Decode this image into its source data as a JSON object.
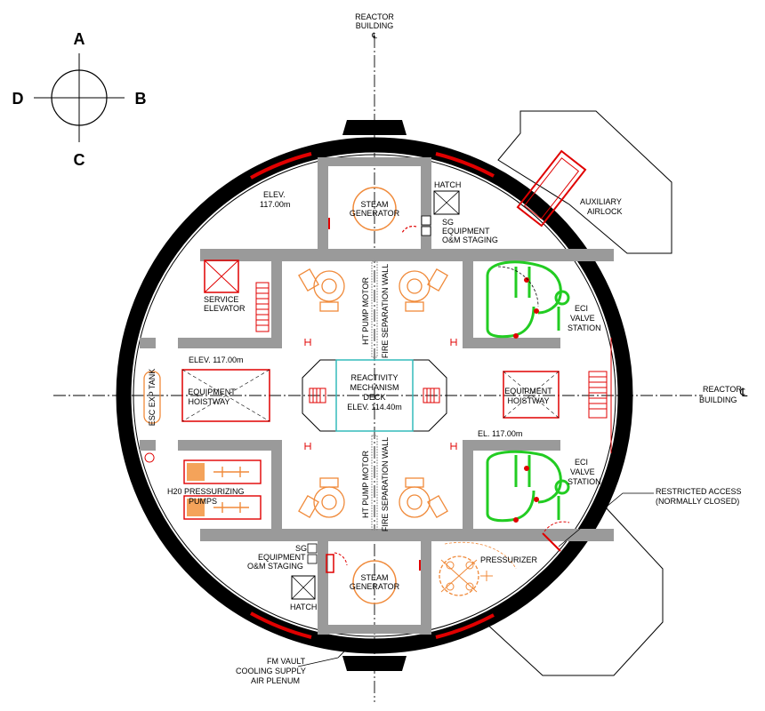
{
  "compass": {
    "north": "A",
    "east": "B",
    "south": "C",
    "west": "D"
  },
  "centerlines": {
    "top": [
      "REACTOR",
      "BUILDING",
      "℄"
    ],
    "right": [
      "REACTOR",
      "BUILDING"
    ],
    "right_symbol": "℄"
  },
  "labels": {
    "elev_ul": [
      "ELEV.",
      "117.00m"
    ],
    "steam_gen_top": [
      "STEAM",
      "GENERATOR"
    ],
    "hatch_top": "HATCH",
    "sg_staging_top": [
      "SG",
      "EQUIPMENT",
      "O&M STAGING"
    ],
    "auxiliary_airlock": [
      "AUXILIARY",
      "AIRLOCK"
    ],
    "service_elevator": [
      "SERVICE",
      "ELEVATOR"
    ],
    "ht_pump_motor_top": "HT PUMP MOTOR",
    "fire_wall_top": "FIRE SEPARATION WALL",
    "eci_valve_top": [
      "ECI",
      "VALVE",
      "STATION"
    ],
    "elev_left": "ELEV. 117.00m",
    "esc_exp_tank": "ESC EXP TANK",
    "equip_hoist_left": [
      "EQUIPMENT",
      "HOISTWAY"
    ],
    "reactivity_deck": [
      "REACTIVITY",
      "MECHANISM",
      "DECK",
      "ELEV. 114.40m"
    ],
    "equip_hoist_right": [
      "EQUIPMENT",
      "HOISTWAY"
    ],
    "el_right": "EL. 117.00m",
    "eci_valve_bottom": [
      "ECI",
      "VALVE",
      "STATION"
    ],
    "restricted_access": [
      "RESTRICTED ACCESS",
      "(NORMALLY CLOSED)"
    ],
    "h2o_pumps": [
      "H20 PRESSURIZING",
      "PUMPS"
    ],
    "ht_pump_motor_bottom": "HT PUMP MOTOR",
    "fire_wall_bottom": "FIRE SEPARATION WALL",
    "sg_staging_bottom": [
      "SG",
      "EQUIPMENT",
      "O&M STAGING"
    ],
    "steam_gen_bottom": [
      "STEAM",
      "GENERATOR"
    ],
    "hatch_bottom": "HATCH",
    "pressurizer": "PRESSURIZER",
    "fm_vault": [
      "FM VAULT",
      "COOLING SUPPLY",
      "AIR PLENUM"
    ]
  },
  "colors": {
    "red": "#e00000",
    "orange": "#f08a3a",
    "green": "#22cc22",
    "cyan": "#33bbbb",
    "wall": "#9a9a9a",
    "outline": "#000000"
  }
}
